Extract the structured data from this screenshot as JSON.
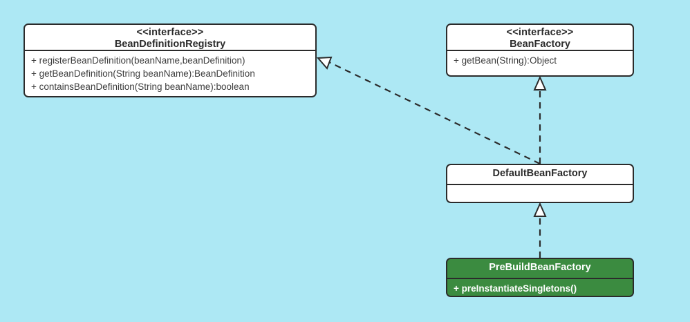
{
  "diagram": {
    "type": "uml-class-diagram",
    "background_color": "#ade8f4",
    "classes": [
      {
        "id": "bean-definition-registry",
        "stereotype": "<<interface>>",
        "name": "BeanDefinitionRegistry",
        "fill_color": "#ffffff",
        "text_color": "#2b2b2b",
        "members": [
          "+ registerBeanDefinition(beanName,beanDefinition)",
          "+ getBeanDefinition(String beanName):BeanDefinition",
          "+ containsBeanDefinition(String beanName):boolean"
        ]
      },
      {
        "id": "bean-factory",
        "stereotype": "<<interface>>",
        "name": "BeanFactory",
        "fill_color": "#ffffff",
        "text_color": "#2b2b2b",
        "members": [
          "+ getBean(String):Object"
        ]
      },
      {
        "id": "default-bean-factory",
        "stereotype": "",
        "name": "DefaultBeanFactory",
        "fill_color": "#ffffff",
        "text_color": "#2b2b2b",
        "members": []
      },
      {
        "id": "pre-build-bean-factory",
        "stereotype": "",
        "name": "PreBuildBeanFactory",
        "fill_color": "#3b8b40",
        "text_color": "#ffffff",
        "members": [
          "+ preInstantiateSingletons()"
        ]
      }
    ],
    "relationships": [
      {
        "id": "default-implements-registry",
        "kind": "realization",
        "line_style": "dashed",
        "arrow": "hollow-triangle",
        "from": "DefaultBeanFactory",
        "to": "BeanDefinitionRegistry"
      },
      {
        "id": "default-implements-beanfactory",
        "kind": "realization",
        "line_style": "dashed",
        "arrow": "hollow-triangle",
        "from": "DefaultBeanFactory",
        "to": "BeanFactory"
      },
      {
        "id": "prebuild-extends-default",
        "kind": "realization",
        "line_style": "dashed",
        "arrow": "hollow-triangle",
        "from": "PreBuildBeanFactory",
        "to": "DefaultBeanFactory"
      }
    ]
  }
}
